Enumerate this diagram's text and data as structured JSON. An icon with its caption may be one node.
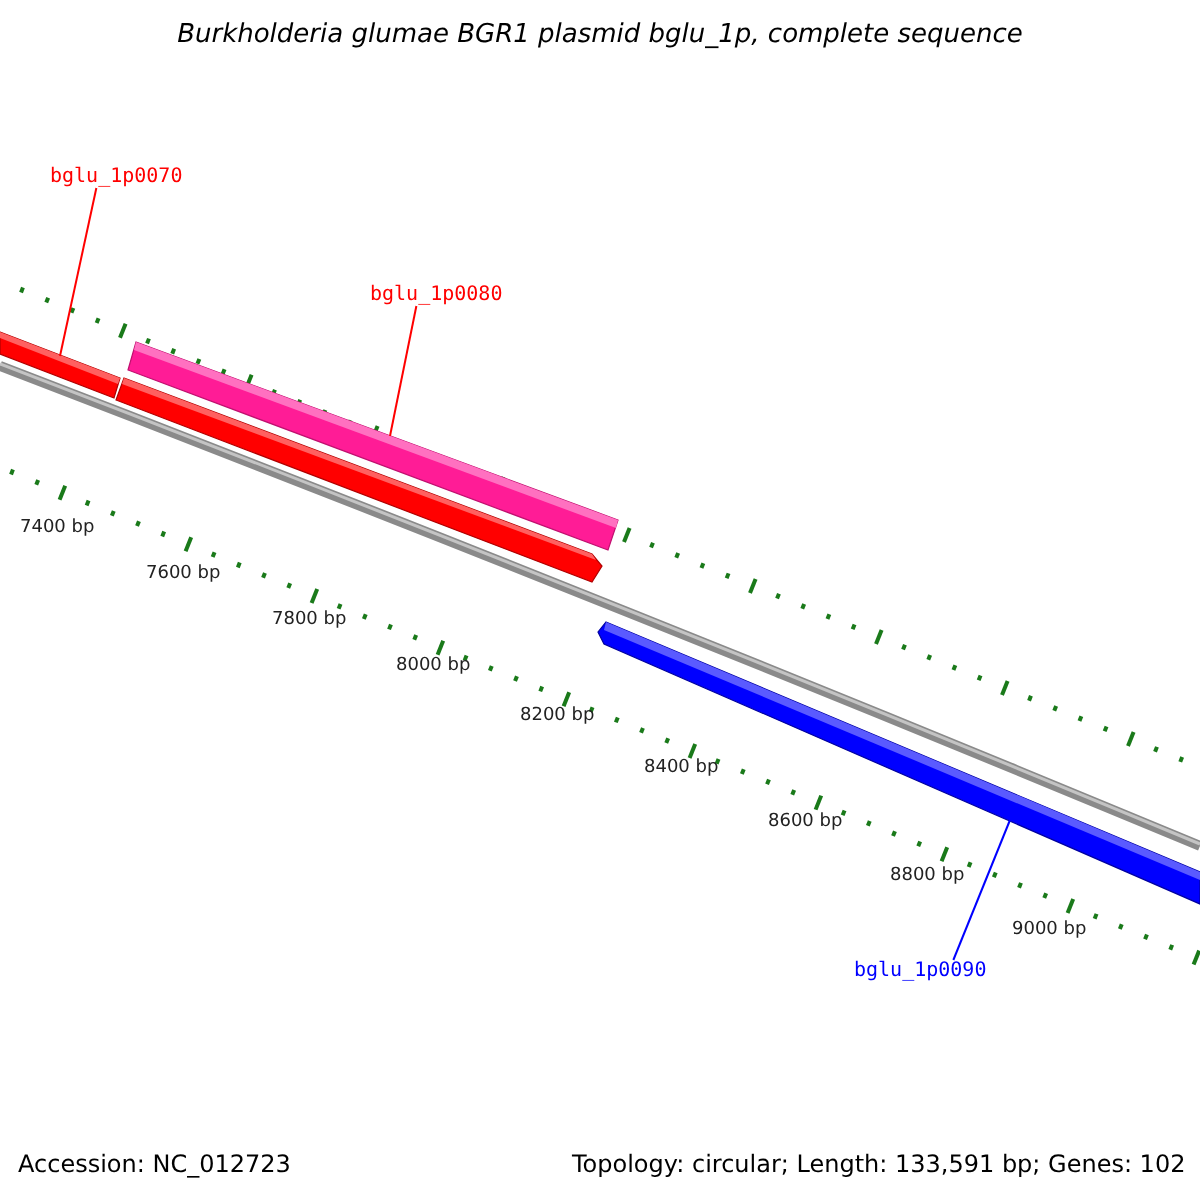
{
  "diagram": {
    "title": "Burkholderia glumae BGR1 plasmid bglu_1p, complete sequence",
    "nodes": [
      {
        "text": [
          "bglu_1p0070"
        ]
      },
      {
        "text": [],
        "shape": "bar"
      },
      {
        "text": [
          "bglu_1p0080"
        ]
      },
      {
        "text": [],
        "shape": "bar"
      },
      {
        "text": [],
        "shape": "bar"
      },
      {
        "text": [],
        "shape": "bar"
      },
      {
        "text": [
          "bglu_1p0090"
        ]
      }
    ],
    "edges": [
      {
        "from": 0,
        "to": 1,
        "arrow": "none",
        "color": "#ff0000"
      },
      {
        "from": 2,
        "to": 3,
        "arrow": "none",
        "color": "#ff0000"
      },
      {
        "from": 6,
        "to": 5,
        "arrow": "none",
        "color": "#0000ff"
      }
    ],
    "labels": [
      "7400 bp",
      "7600 bp",
      "7800 bp",
      "8000 bp",
      "8200 bp",
      "8400 bp",
      "8600 bp",
      "8800 bp",
      "9000 bp",
      "Accession: NC_012723",
      "Topology: circular; Length: 133,591 bp; Genes: 102"
    ]
  }
}
